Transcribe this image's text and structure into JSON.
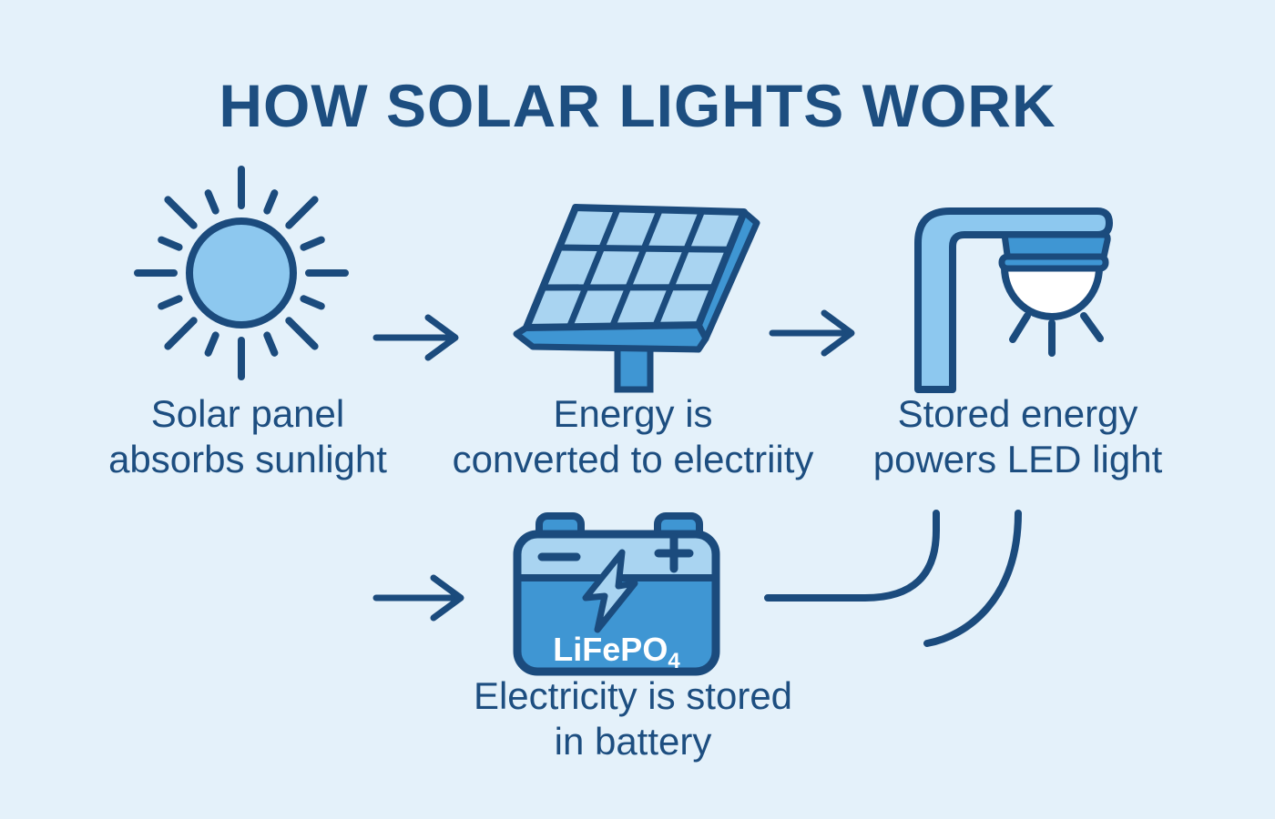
{
  "title": "HOW SOLAR LIGHTS WORK",
  "colors": {
    "background": "#e4f1fa",
    "navy_outline": "#1b4b7d",
    "text_navy": "#1d4e80",
    "medium_blue": "#3f96d3",
    "light_blue": "#8dc8ef",
    "pale_blue": "#a9d4f1",
    "bulb_white": "#ffffff"
  },
  "steps": [
    {
      "name": "sunlight",
      "icon": "sun-icon",
      "caption": [
        "Solar panel",
        "absorbs sunlight"
      ]
    },
    {
      "name": "conversion",
      "icon": "solar-panel-icon",
      "caption": [
        "Energy is",
        "converted to electriity"
      ]
    },
    {
      "name": "led-light",
      "icon": "street-light-icon",
      "caption": [
        "Stored energy",
        "powers LED light"
      ]
    },
    {
      "name": "storage",
      "icon": "battery-icon",
      "caption": [
        "Electricity is stored",
        "in battery"
      ]
    }
  ],
  "battery": {
    "label": "LiFePO",
    "label_subscript": "4",
    "negative_symbol": "−",
    "positive_symbol": "+"
  }
}
